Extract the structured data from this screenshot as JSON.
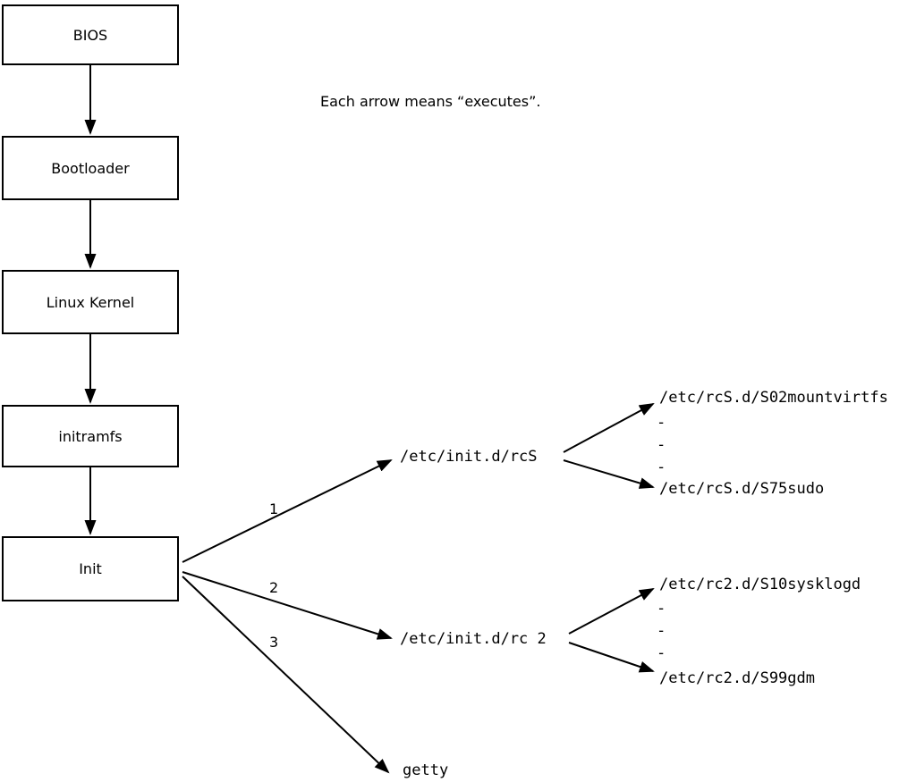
{
  "caption": "Each arrow means “executes”.",
  "boxes": [
    {
      "label": "BIOS"
    },
    {
      "label": "Bootloader"
    },
    {
      "label": "Linux Kernel"
    },
    {
      "label": "initramfs"
    },
    {
      "label": "Init"
    }
  ],
  "arrow_labels": {
    "one": "1",
    "two": "2",
    "three": "3"
  },
  "branches": {
    "rcS": {
      "script": "/etc/init.d/rcS",
      "first": "/etc/rcS.d/S02mountvirtfs",
      "dashes": [
        "-",
        "-",
        "-"
      ],
      "last": "/etc/rcS.d/S75sudo"
    },
    "rc2": {
      "script": "/etc/init.d/rc 2",
      "first": "/etc/rc2.d/S10sysklogd",
      "dashes": [
        "-",
        "-",
        "-"
      ],
      "last": "/etc/rc2.d/S99gdm"
    },
    "getty": "getty"
  },
  "colors": {
    "line": "#000000",
    "background": "#ffffff"
  }
}
